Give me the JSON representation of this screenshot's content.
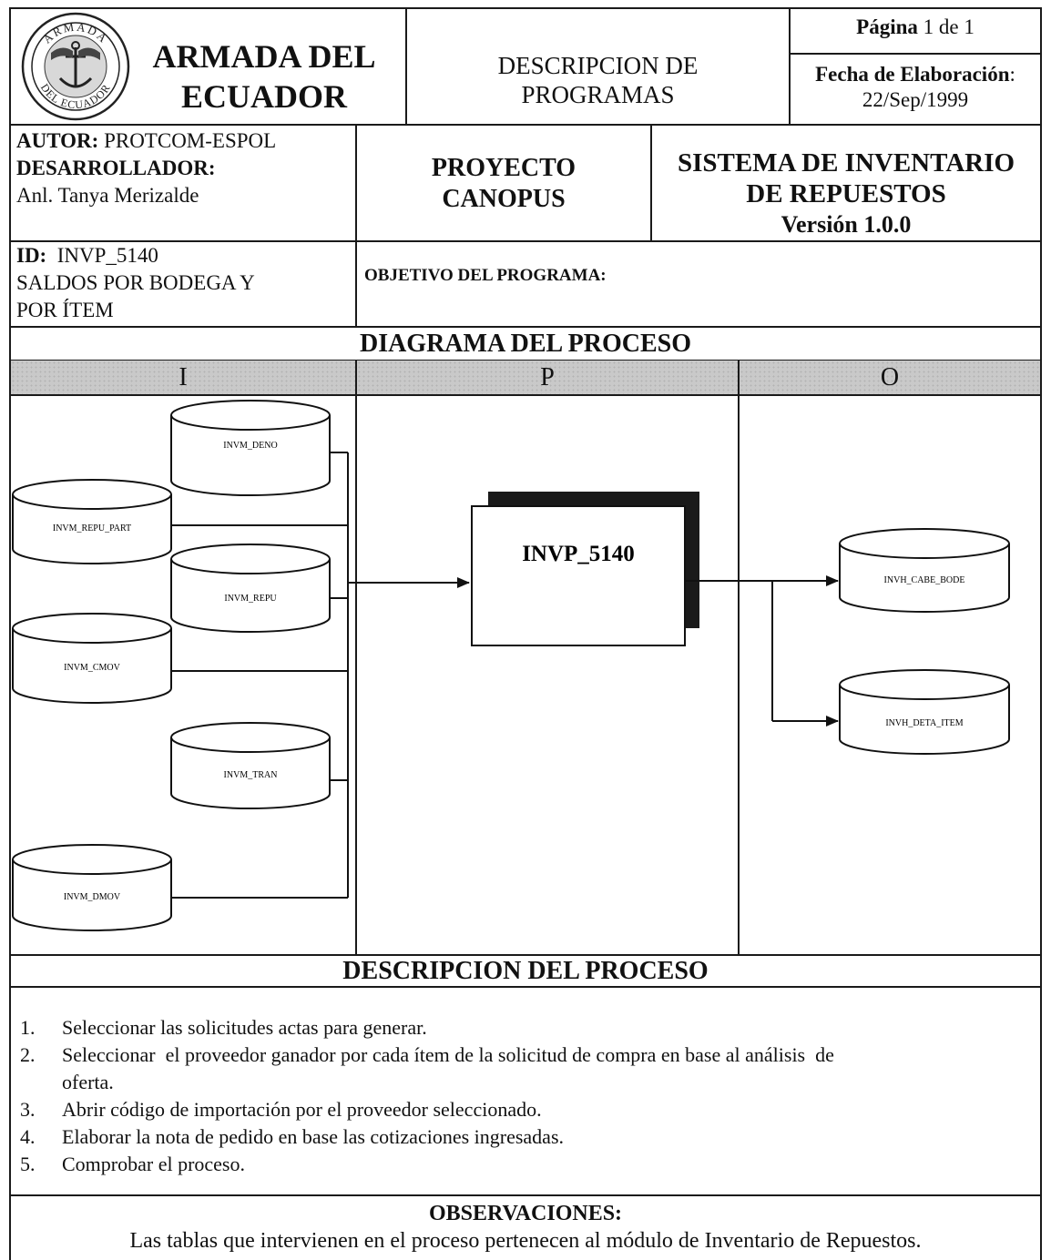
{
  "header": {
    "org_line1": "ARMADA DEL",
    "org_line2": "ECUADOR",
    "seal_top": "ARMADA",
    "seal_bottom": "DEL ECUADOR",
    "doc_type_line1": "DESCRIPCION DE",
    "doc_type_line2": "PROGRAMAS",
    "page_label": "Página",
    "page_value": "1 de 1",
    "date_label": "Fecha de Elaboración",
    "date_value": "22/Sep/1999"
  },
  "info": {
    "autor_label": "AUTOR:",
    "autor_value": "PROTCOM-ESPOL",
    "dev_label": "DESARROLLADOR:",
    "dev_value": "Anl. Tanya Merizalde",
    "project_line1": "PROYECTO",
    "project_line2": "CANOPUS",
    "system_line1": "SISTEMA DE INVENTARIO",
    "system_line2": "DE REPUESTOS",
    "version": "Versión 1.0.0",
    "id_label": "ID:",
    "id_value": "INVP_5140",
    "id_desc_line1": "SALDOS POR BODEGA Y",
    "id_desc_line2": "POR ÍTEM",
    "objective_label": "OBJETIVO DEL PROGRAMA:"
  },
  "diagram": {
    "title": "DIAGRAMA DEL PROCESO",
    "col_input": "I",
    "col_process": "P",
    "col_output": "O",
    "inputs": [
      "INVM_DENO",
      "INVM_REPU_PART",
      "INVM_REPU",
      "INVM_CMOV",
      "INVM_TRAN",
      "INVM_DMOV"
    ],
    "process": "INVP_5140",
    "outputs": [
      "INVH_CABE_BODE",
      "INVH_DETA_ITEM"
    ]
  },
  "description": {
    "title": "DESCRIPCION DEL PROCESO",
    "steps": [
      {
        "num": "1.",
        "line1": "Seleccionar las solicitudes actas para generar.",
        "line2": ""
      },
      {
        "num": "2.",
        "line1": "Seleccionar  el proveedor ganador por cada ítem de la solicitud de compra en base al análisis  de",
        "line2": "oferta."
      },
      {
        "num": "3.",
        "line1": "Abrir código de importación por el proveedor seleccionado.",
        "line2": ""
      },
      {
        "num": "4.",
        "line1": "Elaborar la nota de pedido en base las cotizaciones ingresadas.",
        "line2": ""
      },
      {
        "num": "5.",
        "line1": "Comprobar el proceso.",
        "line2": ""
      }
    ]
  },
  "observations": {
    "title": "OBSERVACIONES:",
    "text": "Las tablas que intervienen en el proceso pertenecen al módulo de Inventario de Repuestos."
  }
}
